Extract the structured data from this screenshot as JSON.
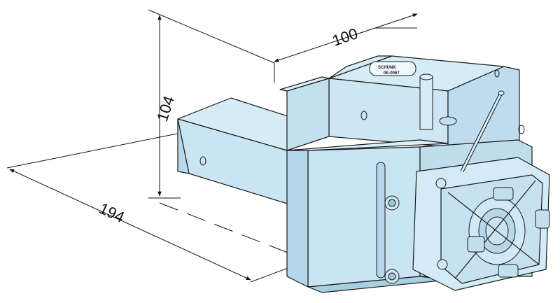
{
  "dimensions": {
    "width": "100",
    "height": "104",
    "length": "194"
  },
  "nameplate": {
    "brand": "SCHUNK",
    "part_number": "0E-0067"
  },
  "colors": {
    "body_fill": "#d5ecf7",
    "body_shade": "#c2dfee",
    "body_dark": "#aacfe3",
    "outline": "#1a1a1a",
    "dimension_line": "#111111"
  }
}
